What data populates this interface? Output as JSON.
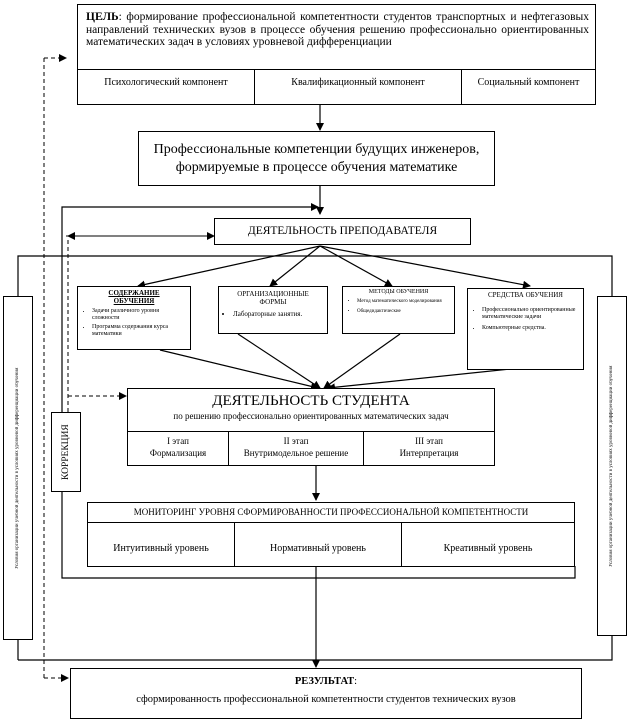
{
  "goal": {
    "label": "ЦЕЛЬ",
    "text": ": формирование профессиональной компетентности студентов транспортных и нефтегазовых направлений технических вузов в процессе обучения решению профессионально ориентированных математических задач в условиях уровневой дифференциации",
    "components": [
      "Психологический компонент",
      "Квалификационный компонент",
      "Социальный компонент"
    ]
  },
  "competencies": {
    "line1": "Профессиональные компетенции будущих инженеров,",
    "line2": "формируемые в процессе обучения математике"
  },
  "teacher": {
    "title": "ДЕЯТЕЛЬНОСТЬ ПРЕПОДАВАТЕЛЯ"
  },
  "content": {
    "title": "СОДЕРЖАНИЕ ОБУЧЕНИЯ",
    "items": [
      "Задачи различного уровня сложности",
      "Программа содержания курса математики"
    ]
  },
  "forms": {
    "title": "ОРГАНИЗАЦИОННЫЕ ФОРМЫ",
    "items": [
      "Лабораторные занятия."
    ]
  },
  "methods": {
    "title": "МЕТОДЫ ОБУЧЕНИЯ",
    "items": [
      "Метод математического моделирования",
      "Общедидактические"
    ]
  },
  "means": {
    "title": "СРЕДСТВА ОБУЧЕНИЯ",
    "items": [
      "Профессионально ориентированные математические задачи",
      "Компьютерные средства."
    ]
  },
  "student": {
    "title": "ДЕЯТЕЛЬНОСТЬ СТУДЕНТА",
    "subtitle": "по решению профессионально ориентированных математических задач",
    "stages": [
      {
        "name": "I этап",
        "desc": "Формализация"
      },
      {
        "name": "II этап",
        "desc": "Внутримодельное решение"
      },
      {
        "name": "III этап",
        "desc": "Интерпретация"
      }
    ]
  },
  "correction": {
    "label": "КОРРЕКЦИЯ"
  },
  "side": {
    "label": "Условия организации учебной деятельности в условиях уровневой дифференциации обучения"
  },
  "monitoring": {
    "title": "МОНИТОРИНГ УРОВНЯ СФОРМИРОВАННОСТИ ПРОФЕССИОНАЛЬНОЙ КОМПЕТЕНТНОСТИ",
    "levels": [
      "Интуитивный уровень",
      "Нормативный уровень",
      "Креативный уровень"
    ]
  },
  "result": {
    "label": "РЕЗУЛЬТАТ",
    "colon": ":",
    "text": "сформированность профессиональной компетентности студентов технических вузов"
  }
}
